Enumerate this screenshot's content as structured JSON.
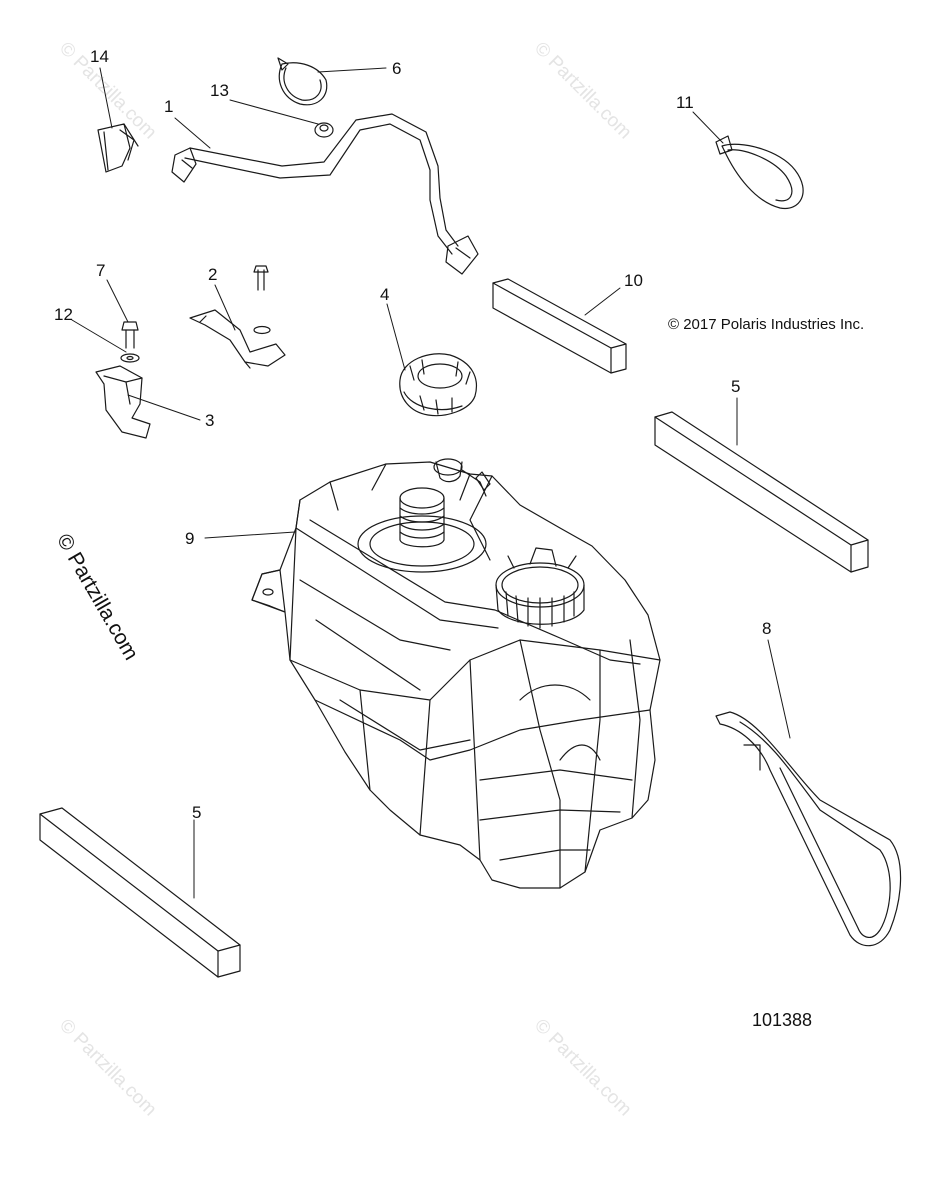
{
  "callouts": {
    "c1": "1",
    "c2": "2",
    "c3": "3",
    "c4": "4",
    "c5a": "5",
    "c5b": "5",
    "c6": "6",
    "c7": "7",
    "c8": "8",
    "c9": "9",
    "c10": "10",
    "c11": "11",
    "c12": "12",
    "c13": "13",
    "c14": "14"
  },
  "copyright": "© 2017 Polaris Industries Inc.",
  "figure_number": "101388",
  "watermark": {
    "text": "© Partzilla.com",
    "light_color": "#e4e4e4",
    "dark_color": "#111111"
  },
  "colors": {
    "line": "#1a1a1a",
    "background": "#ffffff"
  }
}
